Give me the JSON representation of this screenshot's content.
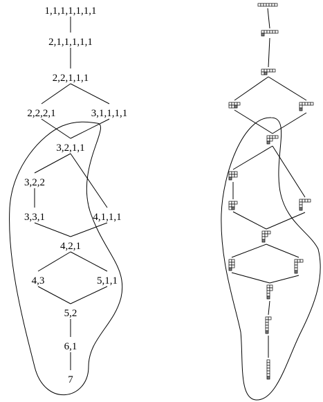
{
  "colors": {
    "line": "#000000",
    "text": "#000000",
    "cell_fill": "#ffffff",
    "cell_shaded": "#7f7f7f"
  },
  "partitions": [
    {
      "id": "p1",
      "label": "1,1,1,1,1,1,1"
    },
    {
      "id": "p2",
      "label": "2,1,1,1,1,1"
    },
    {
      "id": "p3",
      "label": "2,2,1,1,1"
    },
    {
      "id": "p4",
      "label": "2,2,2,1"
    },
    {
      "id": "p5",
      "label": "3,1,1,1,1"
    },
    {
      "id": "p6",
      "label": "3,2,1,1"
    },
    {
      "id": "p7",
      "label": "3,2,2"
    },
    {
      "id": "p8",
      "label": "3,3,1"
    },
    {
      "id": "p9",
      "label": "4,1,1,1"
    },
    {
      "id": "p10",
      "label": "4,2,1"
    },
    {
      "id": "p11",
      "label": "4,3"
    },
    {
      "id": "p12",
      "label": "5,1,1"
    },
    {
      "id": "p13",
      "label": "5,2"
    },
    {
      "id": "p14",
      "label": "6,1"
    },
    {
      "id": "p15",
      "label": "7"
    }
  ],
  "cover_relations": [
    [
      "p1",
      "p2"
    ],
    [
      "p2",
      "p3"
    ],
    [
      "p3",
      "p4"
    ],
    [
      "p3",
      "p5"
    ],
    [
      "p4",
      "p6"
    ],
    [
      "p5",
      "p6"
    ],
    [
      "p6",
      "p7"
    ],
    [
      "p6",
      "p9"
    ],
    [
      "p7",
      "p8"
    ],
    [
      "p8",
      "p10"
    ],
    [
      "p9",
      "p10"
    ],
    [
      "p10",
      "p11"
    ],
    [
      "p10",
      "p12"
    ],
    [
      "p11",
      "p13"
    ],
    [
      "p12",
      "p13"
    ],
    [
      "p13",
      "p14"
    ],
    [
      "p14",
      "p15"
    ]
  ],
  "young_diagrams": [
    {
      "id": "y1",
      "row_lengths": [
        7
      ],
      "shaded_cell": null
    },
    {
      "id": "y2",
      "row_lengths": [
        6,
        1
      ],
      "shaded_cell": [
        1,
        0
      ]
    },
    {
      "id": "y3",
      "row_lengths": [
        5,
        2
      ],
      "shaded_cell": [
        1,
        1
      ]
    },
    {
      "id": "y4",
      "row_lengths": [
        4,
        3
      ],
      "shaded_cell": [
        1,
        2
      ]
    },
    {
      "id": "y5",
      "row_lengths": [
        5,
        1,
        1
      ],
      "shaded_cell": [
        2,
        0
      ]
    },
    {
      "id": "y6",
      "row_lengths": [
        4,
        2,
        1
      ],
      "shaded_cell": [
        2,
        0
      ]
    },
    {
      "id": "y7",
      "row_lengths": [
        3,
        3,
        1
      ],
      "shaded_cell": [
        2,
        0
      ]
    },
    {
      "id": "y8",
      "row_lengths": [
        4,
        1,
        1,
        1
      ],
      "shaded_cell": [
        3,
        0
      ]
    },
    {
      "id": "y9",
      "row_lengths": [
        3,
        2,
        2
      ],
      "shaded_cell": [
        2,
        1
      ]
    },
    {
      "id": "y10",
      "row_lengths": [
        3,
        2,
        1,
        1
      ],
      "shaded_cell": [
        3,
        0
      ]
    },
    {
      "id": "y11",
      "row_lengths": [
        2,
        2,
        2,
        1
      ],
      "shaded_cell": [
        3,
        0
      ]
    },
    {
      "id": "y12",
      "row_lengths": [
        3,
        1,
        1,
        1,
        1
      ],
      "shaded_cell": [
        4,
        0
      ]
    },
    {
      "id": "y13",
      "row_lengths": [
        2,
        2,
        1,
        1,
        1
      ],
      "shaded_cell": [
        4,
        0
      ]
    },
    {
      "id": "y14",
      "row_lengths": [
        2,
        1,
        1,
        1,
        1,
        1
      ],
      "shaded_cell": [
        5,
        0
      ]
    },
    {
      "id": "y15",
      "row_lengths": [
        1,
        1,
        1,
        1,
        1,
        1,
        1
      ],
      "shaded_cell": [
        6,
        0
      ]
    }
  ],
  "diagram_relations": [
    [
      "y1",
      "y2"
    ],
    [
      "y2",
      "y3"
    ],
    [
      "y3",
      "y4"
    ],
    [
      "y3",
      "y5"
    ],
    [
      "y4",
      "y6"
    ],
    [
      "y5",
      "y6"
    ],
    [
      "y6",
      "y7"
    ],
    [
      "y6",
      "y8"
    ],
    [
      "y7",
      "y9"
    ],
    [
      "y9",
      "y10"
    ],
    [
      "y8",
      "y10"
    ],
    [
      "y10",
      "y11"
    ],
    [
      "y10",
      "y12"
    ],
    [
      "y11",
      "y13"
    ],
    [
      "y12",
      "y13"
    ],
    [
      "y13",
      "y14"
    ],
    [
      "y14",
      "y15"
    ]
  ]
}
